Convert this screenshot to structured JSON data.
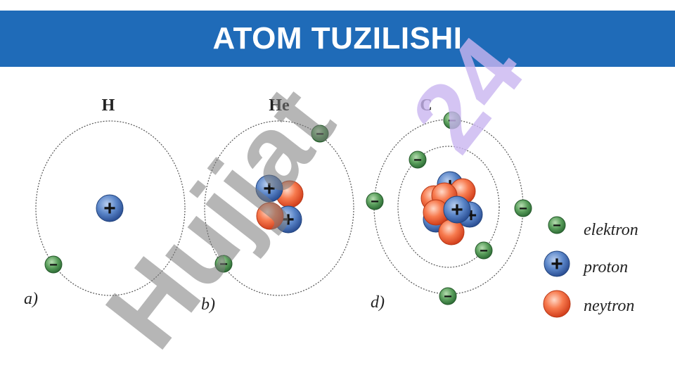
{
  "title": "ATOM TUZILISHI",
  "atoms": [
    {
      "symbol": "H",
      "label": "a)"
    },
    {
      "symbol": "He",
      "label": "b)"
    },
    {
      "symbol": "C",
      "label": "d)"
    }
  ],
  "legend": [
    {
      "label": "elektron",
      "particle": "electron"
    },
    {
      "label": "proton",
      "particle": "proton"
    },
    {
      "label": "neytron",
      "particle": "neutron"
    }
  ],
  "signs": {
    "electron": "−",
    "proton": "+"
  },
  "watermarks": {
    "grey": "Hujjat",
    "purple": "24"
  },
  "colors": {
    "title_bar": "#1f6bb8",
    "electron": "#3f8a4a",
    "proton": "#2f5fa8",
    "neutron": "#e8512c",
    "orbit": "#555555"
  }
}
